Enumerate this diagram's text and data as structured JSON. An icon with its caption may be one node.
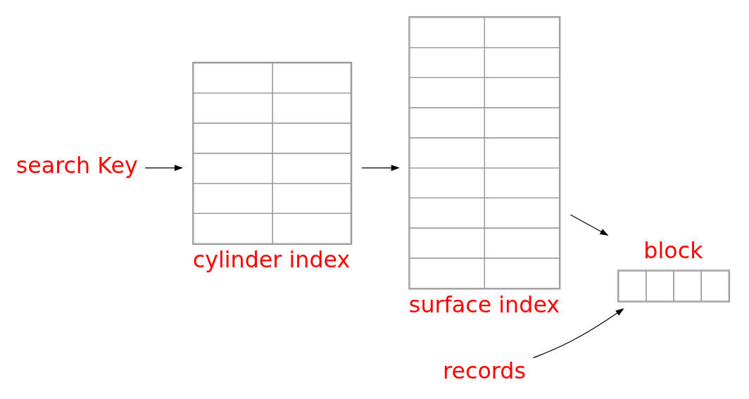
{
  "diagram": {
    "nodes": [
      {
        "text": [
          "search Key"
        ]
      },
      {
        "text": [],
        "shape": "box",
        "beside": [
          "cylinder index"
        ]
      },
      {
        "text": [],
        "shape": "box",
        "beside": [
          "surface index"
        ]
      },
      {
        "text": [],
        "shape": "box",
        "beside": [
          "block"
        ]
      },
      {
        "text": [
          "records"
        ]
      }
    ],
    "edges": [
      {
        "from": 0,
        "to": 1,
        "arrow": "to"
      },
      {
        "from": 1,
        "to": 2,
        "arrow": "to"
      },
      {
        "from": 2,
        "to": 3,
        "arrow": "to"
      },
      {
        "from": 4,
        "to": 3,
        "arrow": "to"
      }
    ]
  }
}
